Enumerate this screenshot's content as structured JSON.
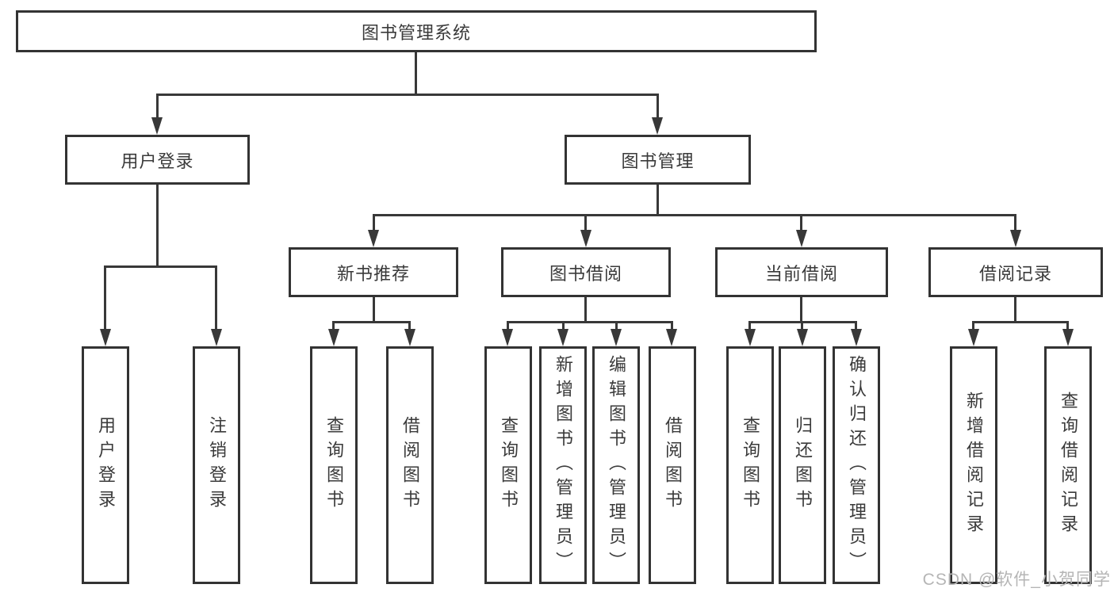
{
  "colors": {
    "line": "#383838",
    "box_border": "#333333",
    "text": "#3a3a3a",
    "background": "#ffffff",
    "watermark": "#b5b5b5"
  },
  "tree": {
    "root": {
      "label": "图书管理系统"
    },
    "children": [
      {
        "label": "用户登录",
        "children": [
          {
            "label": "用户登录"
          },
          {
            "label": "注销登录"
          }
        ]
      },
      {
        "label": "图书管理",
        "children": [
          {
            "label": "新书推荐",
            "children": [
              {
                "label": "查询图书"
              },
              {
                "label": "借阅图书"
              }
            ]
          },
          {
            "label": "图书借阅",
            "children": [
              {
                "label": "查询图书"
              },
              {
                "label": "新增图书（管理员）"
              },
              {
                "label": "编辑图书（管理员）"
              },
              {
                "label": "借阅图书"
              }
            ]
          },
          {
            "label": "当前借阅",
            "children": [
              {
                "label": "查询图书"
              },
              {
                "label": "归还图书"
              },
              {
                "label": "确认归还（管理员）"
              }
            ]
          },
          {
            "label": "借阅记录",
            "children": [
              {
                "label": "新增借阅记录"
              },
              {
                "label": "查询借阅记录"
              }
            ]
          }
        ]
      }
    ]
  },
  "watermark": {
    "label": "CSDN @软件_小贺同学"
  }
}
